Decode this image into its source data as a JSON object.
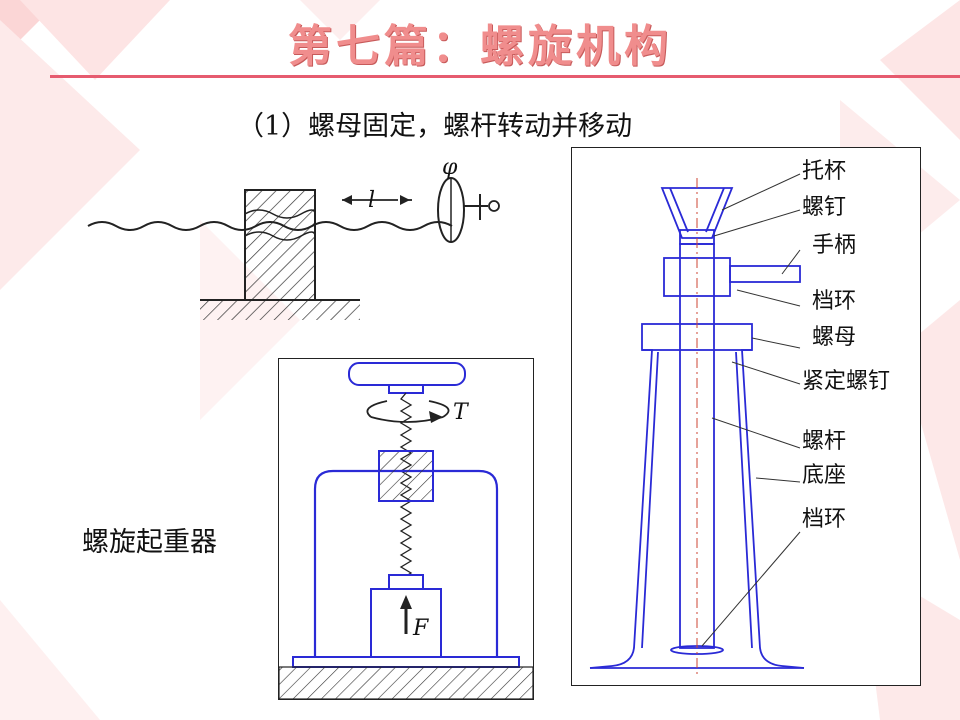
{
  "slide": {
    "title": "第七篇：螺旋机构",
    "subtitle": "（1）螺母固定，螺杆转动并移动",
    "side_label": "螺旋起重器"
  },
  "schematic": {
    "displacement_label": "l",
    "rotation_label": "φ"
  },
  "jack_diagram": {
    "torque_label": "T",
    "force_label": "F"
  },
  "stand_diagram": {
    "labels": [
      "托杯",
      "螺钉",
      "手柄",
      "档环",
      "螺母",
      "紧定螺钉",
      "螺杆",
      "底座",
      "档环"
    ]
  },
  "colors": {
    "title": "#f08d8d",
    "title_rule": "#e65b6f",
    "drawing_blue": "#2a2ad6",
    "ink": "#111111"
  }
}
